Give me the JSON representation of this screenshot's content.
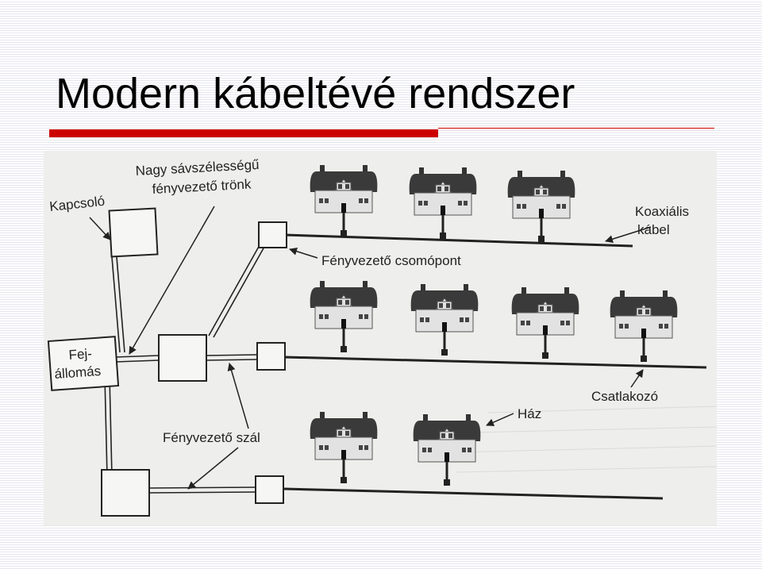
{
  "title": "Modern kábeltévé rendszer",
  "diagram": {
    "labels": {
      "switch": "Kapcsoló",
      "trunk_line1": "Nagy sávszélességű",
      "trunk_line2": "fényvezető trönk",
      "coax_line1": "Koaxiális",
      "coax_line2": "kábel",
      "fiber_node": "Fényvezető csomópont",
      "headend_line1": "Fej-",
      "headend_line2": "állomás",
      "tap": "Csatlakozó",
      "house": "Ház",
      "fiber": "Fényvezető szál"
    },
    "rows": [
      {
        "name": "row-1",
        "houses": 3
      },
      {
        "name": "row-2",
        "houses": 4
      },
      {
        "name": "row-3",
        "houses": 2
      }
    ],
    "colors": {
      "title_rule": "#cc0000",
      "roof": "#3a3a3a",
      "ink": "#222222",
      "figure_background": "#eeeeec"
    }
  }
}
